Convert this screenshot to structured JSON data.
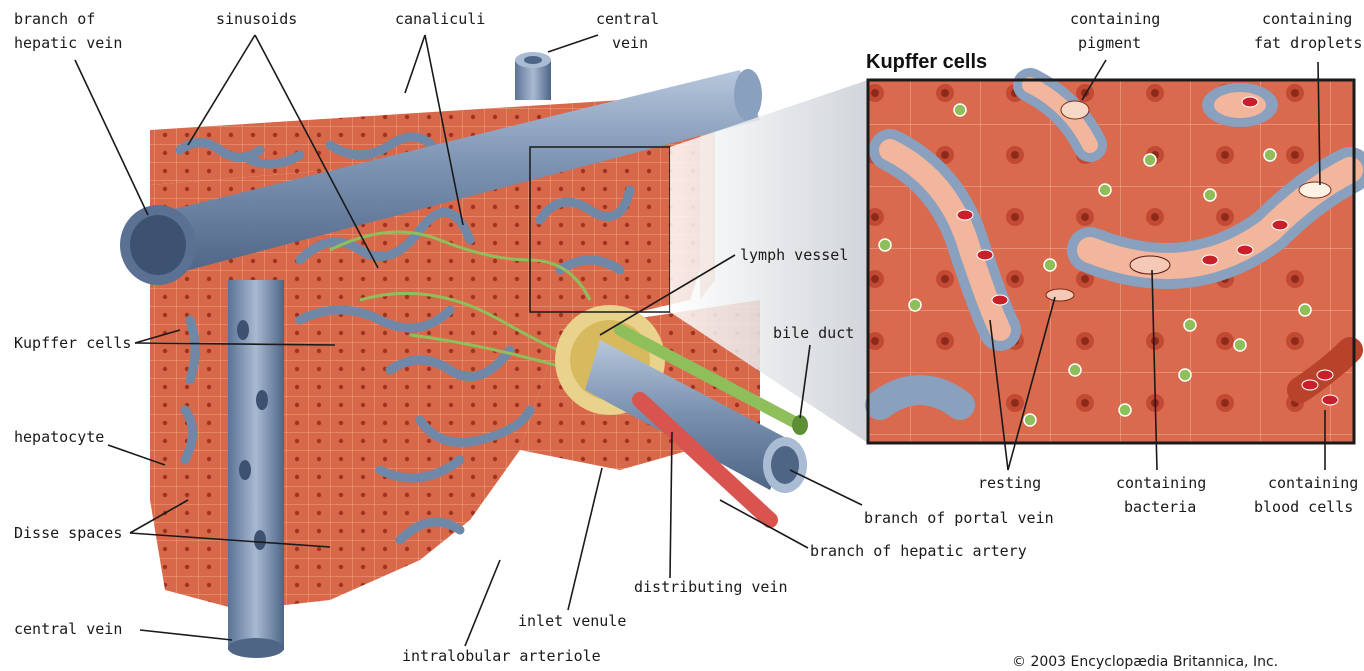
{
  "labels": {
    "branch_hepatic_vein": [
      "branch of",
      "hepatic vein"
    ],
    "sinusoids": "sinusoids",
    "canaliculi": "canaliculi",
    "central_vein_top": [
      "central",
      "vein"
    ],
    "kupffer_cells_left": "Kupffer cells",
    "hepatocyte": "hepatocyte",
    "disse_spaces": "Disse spaces",
    "central_vein_bottom": "central vein",
    "lymph_vessel": "lymph vessel",
    "bile_duct": "bile duct",
    "branch_portal_vein": "branch of portal vein",
    "branch_hepatic_artery": "branch of hepatic artery",
    "distributing_vein": "distributing vein",
    "inlet_venule": "inlet venule",
    "intralobular_arteriole": "intralobular arteriole"
  },
  "inset": {
    "title": "Kupffer cells",
    "containing_pigment": [
      "containing",
      "pigment"
    ],
    "containing_fat": [
      "containing",
      "fat droplets"
    ],
    "resting": "resting",
    "containing_bacteria": [
      "containing",
      "bacteria"
    ],
    "containing_blood": [
      "containing",
      "blood cells"
    ]
  },
  "copyright": "© 2003 Encyclopædia Britannica, Inc.",
  "colors": {
    "tissue": "#d8684a",
    "tissue_dark": "#b8422a",
    "vein": "#6f88a8",
    "vein_light": "#a9bcd4",
    "bile": "#8fbf5a",
    "artery": "#d9544f",
    "inset_border": "#1a1a1a",
    "text": "#1a1a1a"
  }
}
